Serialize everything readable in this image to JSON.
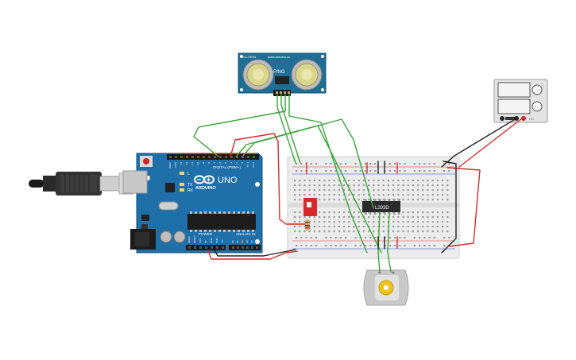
{
  "sensor": {
    "model": "HC-SR04",
    "brand": "PING",
    "site": "www.arduino.cc"
  },
  "arduino": {
    "brand": "ARDUINO",
    "model": "UNO",
    "digital_label": "DIGITAL (PWM~)",
    "analog_label": "ANALOG IN",
    "power_label": "POWER",
    "tx_label": "TX",
    "rx_label": "RX",
    "l_label": "L",
    "digital_pins": [
      "AREF",
      "GND",
      "13",
      "12",
      "~11",
      "~10",
      "~9",
      "8",
      "7",
      "~6",
      "~5",
      "4",
      "~3",
      "2",
      "TX 1",
      "RX 0"
    ],
    "analog_pins": [
      "A0",
      "A1",
      "A2",
      "A3",
      "A4",
      "A5"
    ],
    "power_pins": [
      "IOREF",
      "RESET",
      "3.3V",
      "5V",
      "GND",
      "GND",
      "Vin"
    ]
  },
  "driver_chip": {
    "label": "L293D"
  },
  "power_supply": {
    "label": "DC"
  },
  "colors": {
    "arduino_board": "#1f6fa8",
    "arduino_dark": "#16527e",
    "sensor_board": "#1e6e96",
    "wire_green": "#3aa63a",
    "wire_red": "#d62c2c",
    "wire_black": "#222222",
    "breadboard": "#eeeeee",
    "chip": "#2a2a2a",
    "switch": "#d8282c",
    "motor": "#c9c9c9",
    "motor_gear": "#f0c419"
  }
}
